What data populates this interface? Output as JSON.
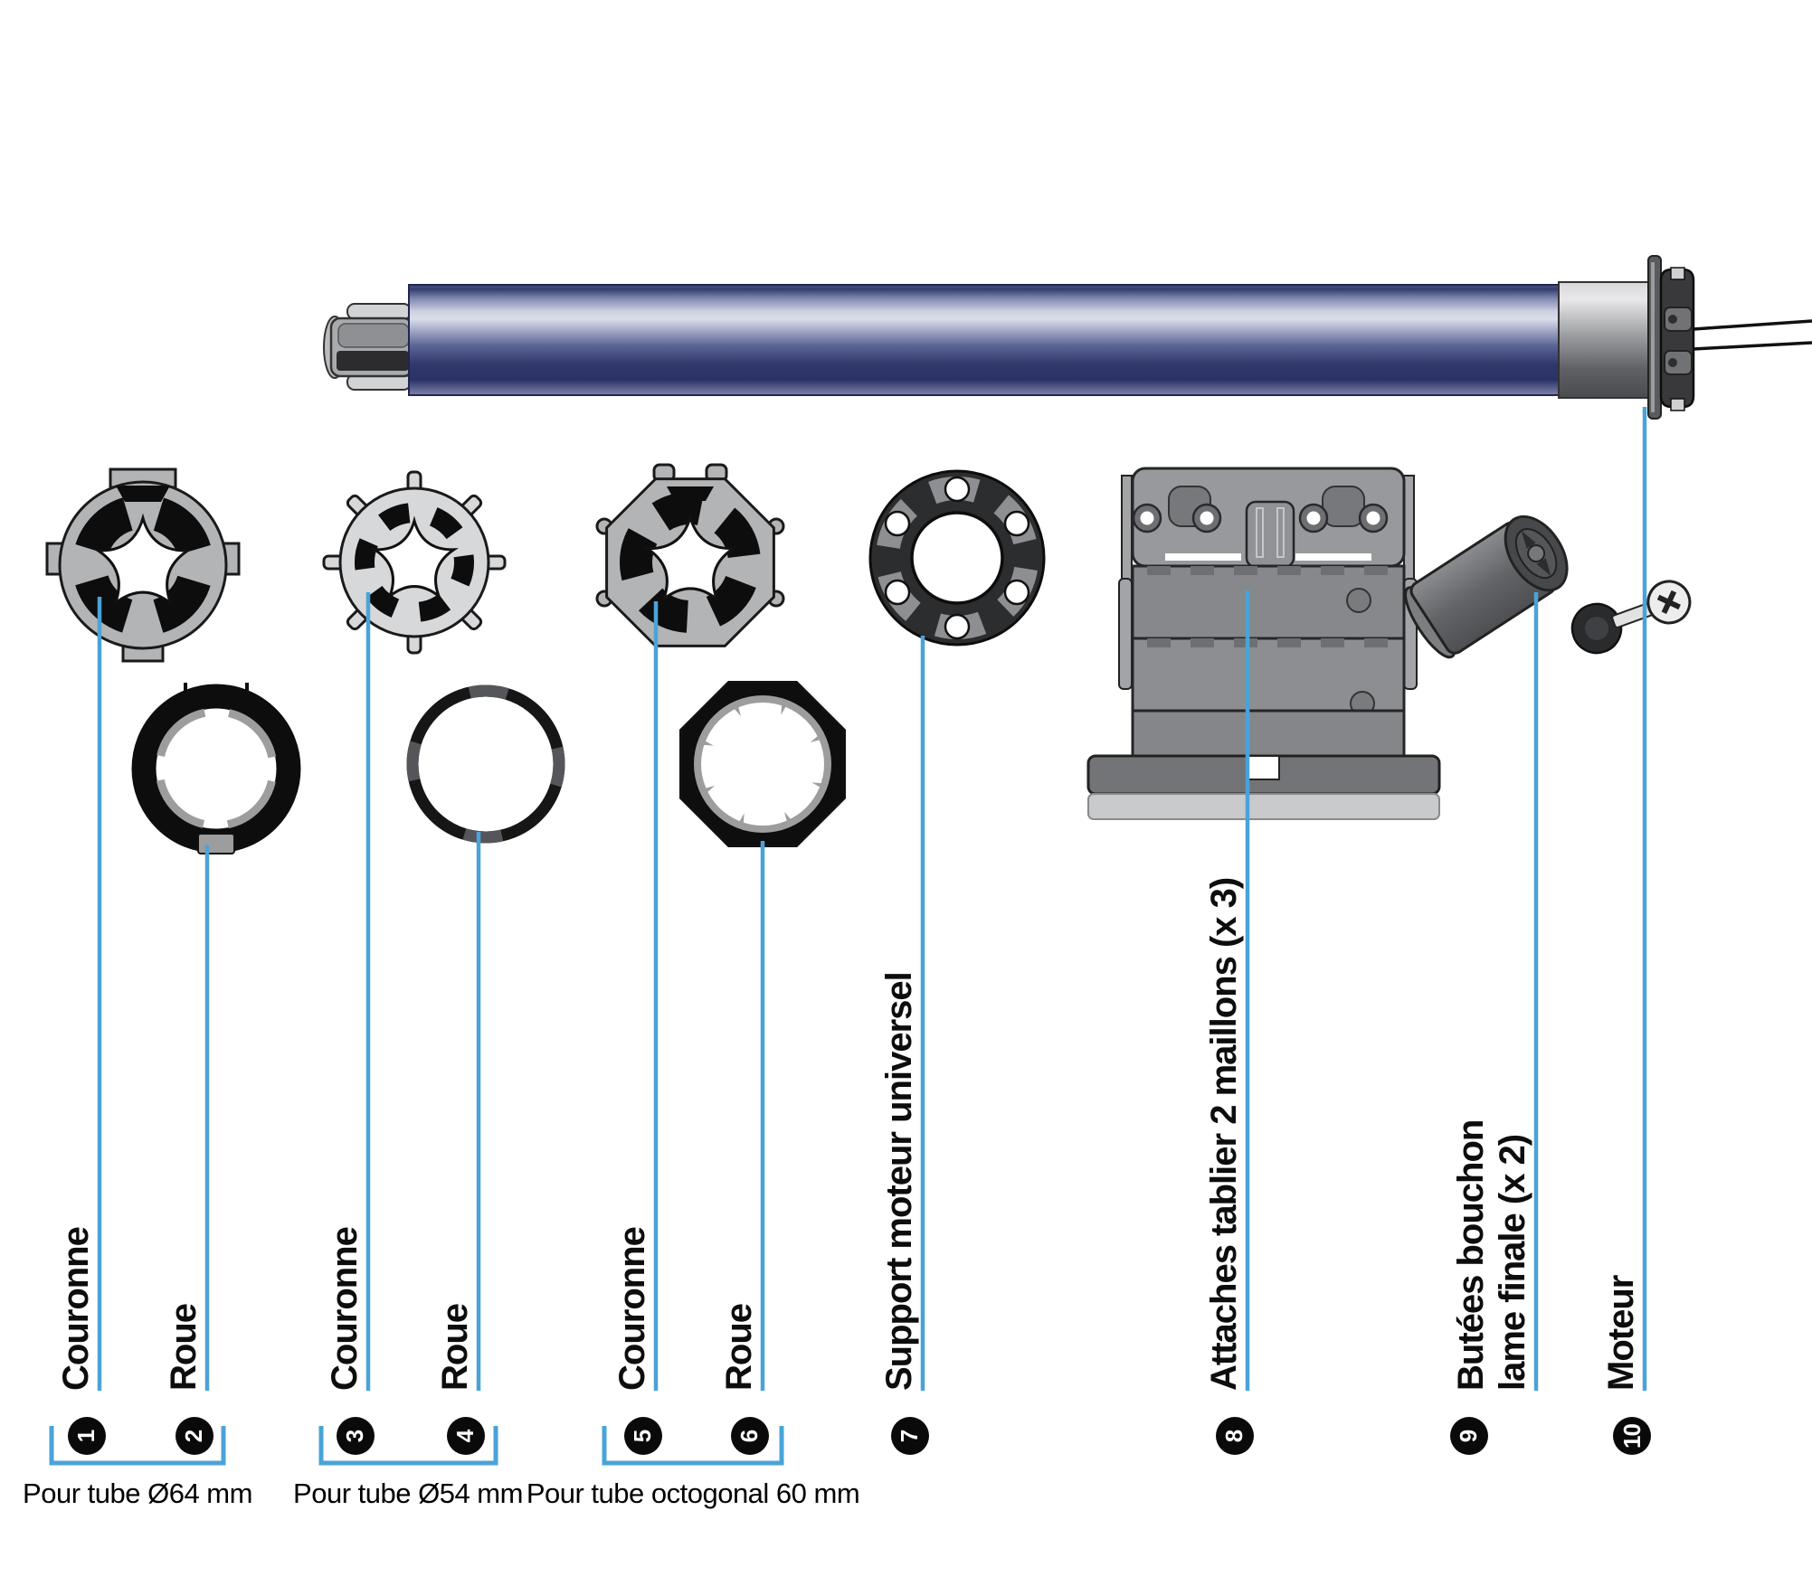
{
  "colors": {
    "callout_line": "#4AA3D8",
    "circle_bg": "#0A0A0A",
    "circle_text": "#FFFFFF",
    "tube_blue_dark": "#2D356A",
    "tube_blue_light": "#D9DCE9",
    "part_gray": "#B3B4B6",
    "part_dark": "#2C2D2F"
  },
  "callouts": [
    {
      "number": "1",
      "label": "Couronne"
    },
    {
      "number": "2",
      "label": "Roue"
    },
    {
      "number": "3",
      "label": "Couronne"
    },
    {
      "number": "4",
      "label": "Roue"
    },
    {
      "number": "5",
      "label": "Couronne"
    },
    {
      "number": "6",
      "label": "Roue"
    },
    {
      "number": "7",
      "label": "Support moteur universel"
    },
    {
      "number": "8",
      "label": "Attaches tablier 2 maillons (x 3)"
    },
    {
      "number": "9",
      "label": "Butées bouchon",
      "label2": "lame finale (x 2)"
    },
    {
      "number": "10",
      "label": "Moteur"
    }
  ],
  "groups": [
    {
      "caption": "Pour tube Ø64 mm"
    },
    {
      "caption": "Pour tube Ø54 mm"
    },
    {
      "caption": "Pour tube octogonal 60 mm"
    }
  ],
  "parts": [
    {
      "id": "crown-64-adapter"
    },
    {
      "id": "wheel-64-adapter"
    },
    {
      "id": "crown-54-adapter"
    },
    {
      "id": "wheel-54-adapter"
    },
    {
      "id": "crown-oct60-adapter"
    },
    {
      "id": "wheel-oct60-adapter"
    },
    {
      "id": "universal-motor-support"
    },
    {
      "id": "shutter-attachment-links"
    },
    {
      "id": "end-stop-cap"
    },
    {
      "id": "tubular-motor"
    }
  ]
}
